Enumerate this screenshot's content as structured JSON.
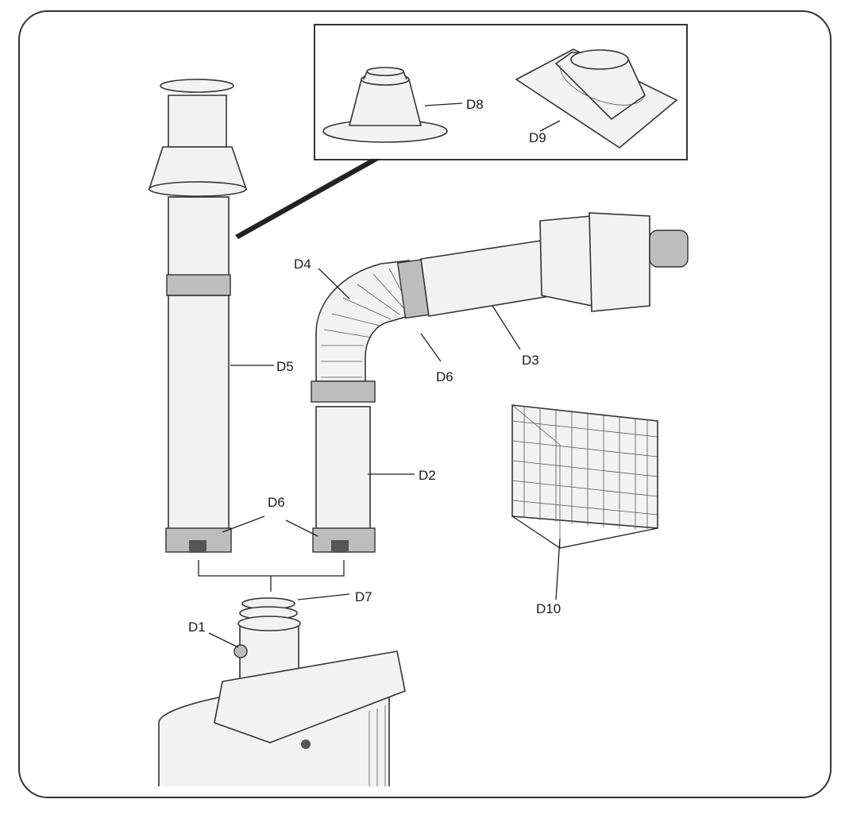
{
  "labels": {
    "d1": "D1",
    "d2": "D2",
    "d3": "D3",
    "d4": "D4",
    "d5": "D5",
    "d6_elbow": "D6",
    "d6_bottom": "D6",
    "d7": "D7",
    "d8": "D8",
    "d9": "D9",
    "d10": "D10"
  }
}
